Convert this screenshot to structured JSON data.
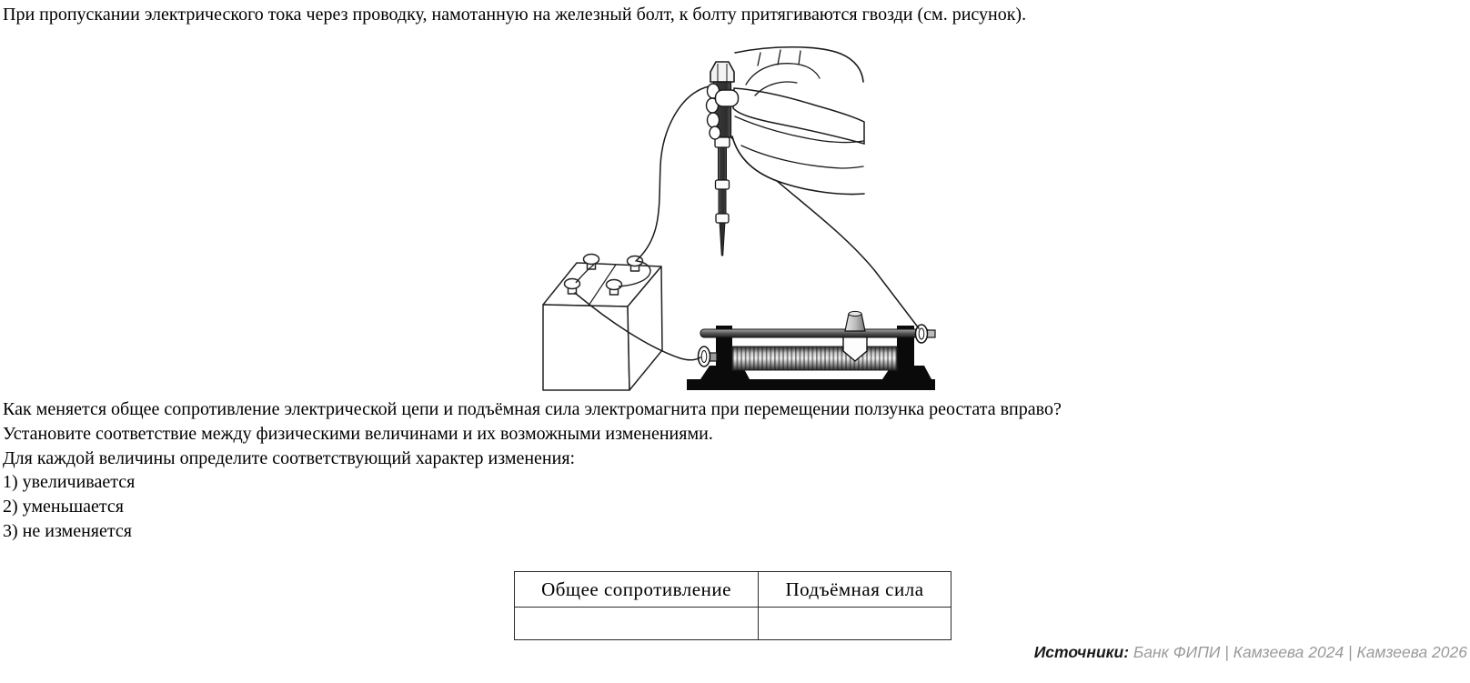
{
  "problem": {
    "intro": "При пропускании электрического тока через проводку, намотанную на железный болт, к болту притягиваются гвозди (см. рисунок).",
    "question": "Как меняется общее сопротивление электрической цепи и подъёмная сила электромагнита при перемещении ползунка реостата вправо?",
    "instruction_match": "Установите соответствие между физическими величинами и их возможными изменениями.",
    "instruction_each": "Для каждой величины определите соответствующий характер изменения:",
    "options": [
      "1) увеличивается",
      "2) уменьшается",
      "3) не изменяется"
    ]
  },
  "figure": {
    "description": "Рука держит железный болт с намотанной проводкой (электромагнит); к болту притянута цепочка гвоздей; цепь: батарея и реостат с ползунком",
    "components": [
      "hand-holding-bolt",
      "wire-winding",
      "nail-chain",
      "battery",
      "rheostat",
      "rheostat-slider",
      "connecting-wires"
    ]
  },
  "answer_table": {
    "columns": [
      "Общее сопротивление",
      "Подъёмная сила"
    ],
    "cells": [
      "",
      ""
    ]
  },
  "footer": {
    "label": "Источники:",
    "sources": " Банк ФИПИ | Камзеева 2024 | Камзеева 2026"
  },
  "colors": {
    "text": "#000000",
    "source_gray": "#9a9a9a",
    "figure_dark": "#1a1a1a"
  }
}
